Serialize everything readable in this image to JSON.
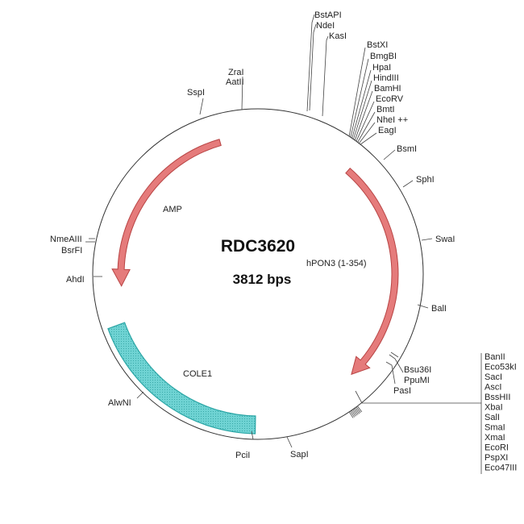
{
  "plasmid": {
    "name": "RDC3620",
    "size": "3812 bps"
  },
  "features": {
    "amp": {
      "label": "AMP",
      "color": "#e07070"
    },
    "hpon3": {
      "label": "hPON3 (1-354)",
      "color": "#e07070"
    },
    "cole1": {
      "label": "COLE1",
      "color": "#5fcfcf"
    }
  },
  "sites": {
    "top_group1": [
      "BstAPI",
      "NdeI",
      "KasI"
    ],
    "top_group2": [
      "BstXI",
      "BmgBI",
      "HpaI",
      "HindIII",
      "BamHI",
      "EcoRV",
      "BmtI",
      "NheI ++",
      "EagI"
    ],
    "bsmI": "BsmI",
    "sphI": "SphI",
    "swaI": "SwaI",
    "balI": "BalI",
    "bsu36I": "Bsu36I",
    "ppuMI": "PpuMI",
    "pasI": "PasI",
    "right_group": [
      "BanII",
      "Eco53kI",
      "SacI",
      "AscI",
      "BssHII",
      "XbaI",
      "SalI",
      "SmaI",
      "XmaI",
      "EcoRI",
      "PspXI",
      "Eco47III"
    ],
    "sapI": "SapI",
    "pciI": "PciI",
    "alwNI": "AlwNI",
    "ahdI": "AhdI",
    "bsrFI": "BsrFI",
    "nmeAIII": "NmeAIII",
    "sspI": "SspI",
    "zraI": "ZraI",
    "aatII": "AatII"
  }
}
